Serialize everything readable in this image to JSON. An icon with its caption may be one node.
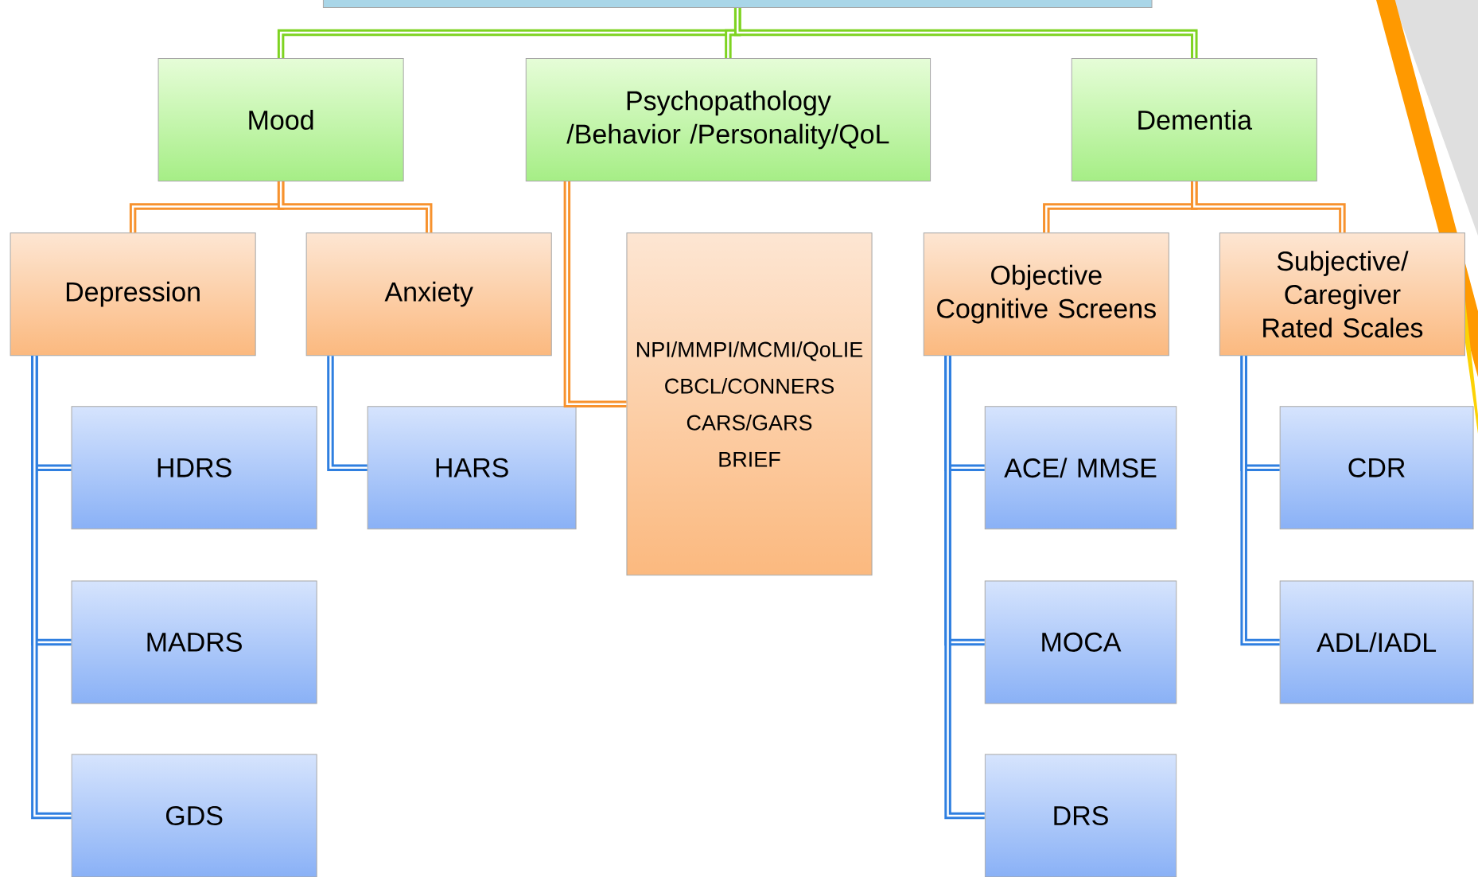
{
  "diagram": {
    "nodes": [
      {
        "text": [],
        "shape": "box"
      },
      {
        "text": [
          "Mood"
        ]
      },
      {
        "text": [
          "Psychopathology /Behavior /Personality/QoL"
        ]
      },
      {
        "text": [
          "Dementia"
        ]
      },
      {
        "text": [
          "Depression"
        ]
      },
      {
        "text": [
          "Anxiety"
        ]
      },
      {
        "text": [
          "NPI/MMPI/MCMI/QoLIE",
          "CBCL/CONNERS",
          "CARS/GARS",
          "BRIEF"
        ]
      },
      {
        "text": [
          "Objective Cognitive Screens"
        ]
      },
      {
        "text": [
          "Subjective/ Caregiver Rated Scales"
        ]
      },
      {
        "text": [
          "HDRS"
        ]
      },
      {
        "text": [
          "MADRS"
        ]
      },
      {
        "text": [
          "GDS"
        ]
      },
      {
        "text": [
          "HARS"
        ]
      },
      {
        "text": [
          "ACE/ MMSE"
        ]
      },
      {
        "text": [
          "MOCA"
        ]
      },
      {
        "text": [
          "DRS"
        ]
      },
      {
        "text": [
          "CDR"
        ]
      },
      {
        "text": [
          "ADL/IADL"
        ]
      }
    ],
    "edges": [
      {
        "from": 0,
        "to": 1,
        "arrow": "none",
        "color": "#7ed321"
      },
      {
        "from": 0,
        "to": 2,
        "arrow": "none",
        "color": "#7ed321"
      },
      {
        "from": 0,
        "to": 3,
        "arrow": "none",
        "color": "#7ed321"
      },
      {
        "from": 1,
        "to": 4,
        "arrow": "none",
        "color": "#f7922e"
      },
      {
        "from": 1,
        "to": 5,
        "arrow": "none",
        "color": "#f7922e"
      },
      {
        "from": 2,
        "to": 6,
        "arrow": "none",
        "color": "#f7922e"
      },
      {
        "from": 3,
        "to": 7,
        "arrow": "none",
        "color": "#f7922e"
      },
      {
        "from": 3,
        "to": 8,
        "arrow": "none",
        "color": "#f7922e"
      },
      {
        "from": 4,
        "to": 9,
        "arrow": "none"
      },
      {
        "from": 4,
        "to": 10,
        "arrow": "none"
      },
      {
        "from": 4,
        "to": 11,
        "arrow": "none"
      },
      {
        "from": 5,
        "to": 12,
        "arrow": "none"
      },
      {
        "from": 7,
        "to": 13,
        "arrow": "none"
      },
      {
        "from": 7,
        "to": 14,
        "arrow": "none"
      },
      {
        "from": 7,
        "to": 15,
        "arrow": "none"
      },
      {
        "from": 8,
        "to": 16,
        "arrow": "none"
      },
      {
        "from": 8,
        "to": 17,
        "arrow": "none"
      }
    ]
  }
}
